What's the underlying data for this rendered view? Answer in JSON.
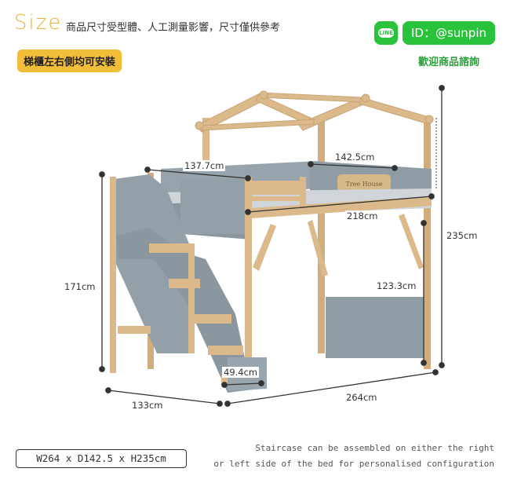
{
  "header": {
    "size_word": "Size",
    "subtitle": "商品尺寸受型體、人工測量影響，尺寸僅供參考",
    "badge": "梯櫃左右側均可安裝",
    "line_logo_text": "LINE",
    "line_id": "ID：@sunpin",
    "welcome": "歡迎商品諮詢"
  },
  "product": {
    "plate_text": "Tree House"
  },
  "dimensions": {
    "rail_length": "137.7cm",
    "rail_width": "142.5cm",
    "bed_length": "218cm",
    "total_height": "235cm",
    "stair_height": "171cm",
    "underbed_height": "123.3cm",
    "stair_width": "49.4cm",
    "depth": "133cm",
    "length": "264cm"
  },
  "footer": {
    "spec": "W264 x D142.5 x H235cm",
    "note_line1": "Staircase can be assembled on either the right",
    "note_line2": "or left side of the bed for personalised configuration"
  },
  "colors": {
    "wood": "#dcb98a",
    "wood_dark": "#c9a474",
    "gray_panel": "#8f9ca4",
    "gray_dark": "#7b8890",
    "accent_yellow": "#f2be3a",
    "line_green": "#28c33a"
  }
}
